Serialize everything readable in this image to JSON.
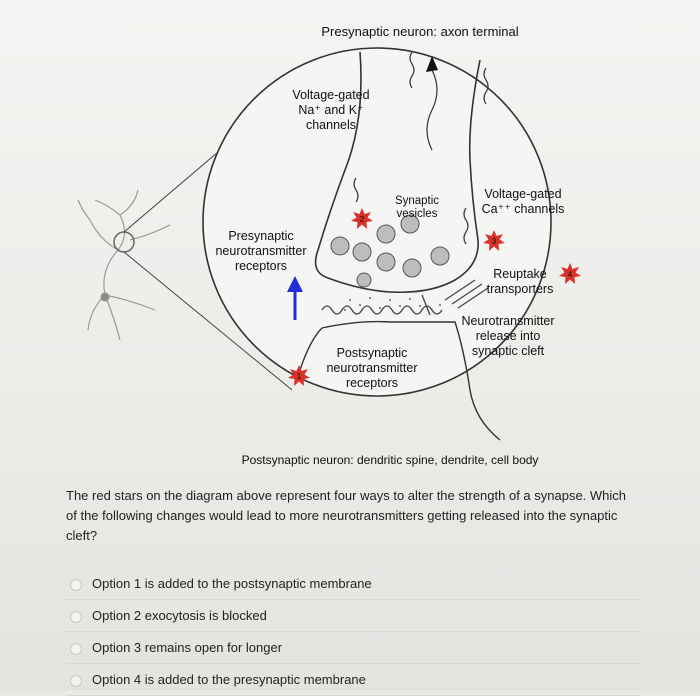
{
  "diagram": {
    "title": "Presynaptic neuron: axon terminal",
    "labels": {
      "voltage_na_k": [
        "Voltage-gated",
        "Na⁺ and K⁺",
        "channels"
      ],
      "synaptic_vesicles": [
        "Synaptic",
        "vesicles"
      ],
      "voltage_ca": [
        "Voltage-gated",
        "Ca⁺⁺ channels"
      ],
      "presynaptic_receptors": [
        "Presynaptic",
        "neurotransmitter",
        "receptors"
      ],
      "reuptake": [
        "Reuptake",
        "transporters"
      ],
      "release": [
        "Neurotransmitter",
        "release into",
        "synaptic cleft"
      ],
      "postsynaptic_receptors": [
        "Postsynaptic",
        "neurotransmitter",
        "receptors"
      ]
    },
    "stars": [
      "1",
      "2",
      "3",
      "4"
    ],
    "bottom_caption": "Postsynaptic neuron: dendritic spine, dendrite, cell body",
    "colors": {
      "star": "#d9302a",
      "arrow": "#1f2fd6"
    }
  },
  "question": {
    "text": "The red stars on the diagram above represent four ways to alter the strength of a synapse. Which of the following changes would lead to more neurotransmitters getting released into the synaptic cleft?"
  },
  "options": [
    {
      "label": "Option 1 is added to the postsynaptic membrane"
    },
    {
      "label": "Option 2 exocytosis is blocked"
    },
    {
      "label": "Option 3 remains open for longer"
    },
    {
      "label": "Option 4 is added to the presynaptic membrane"
    }
  ]
}
